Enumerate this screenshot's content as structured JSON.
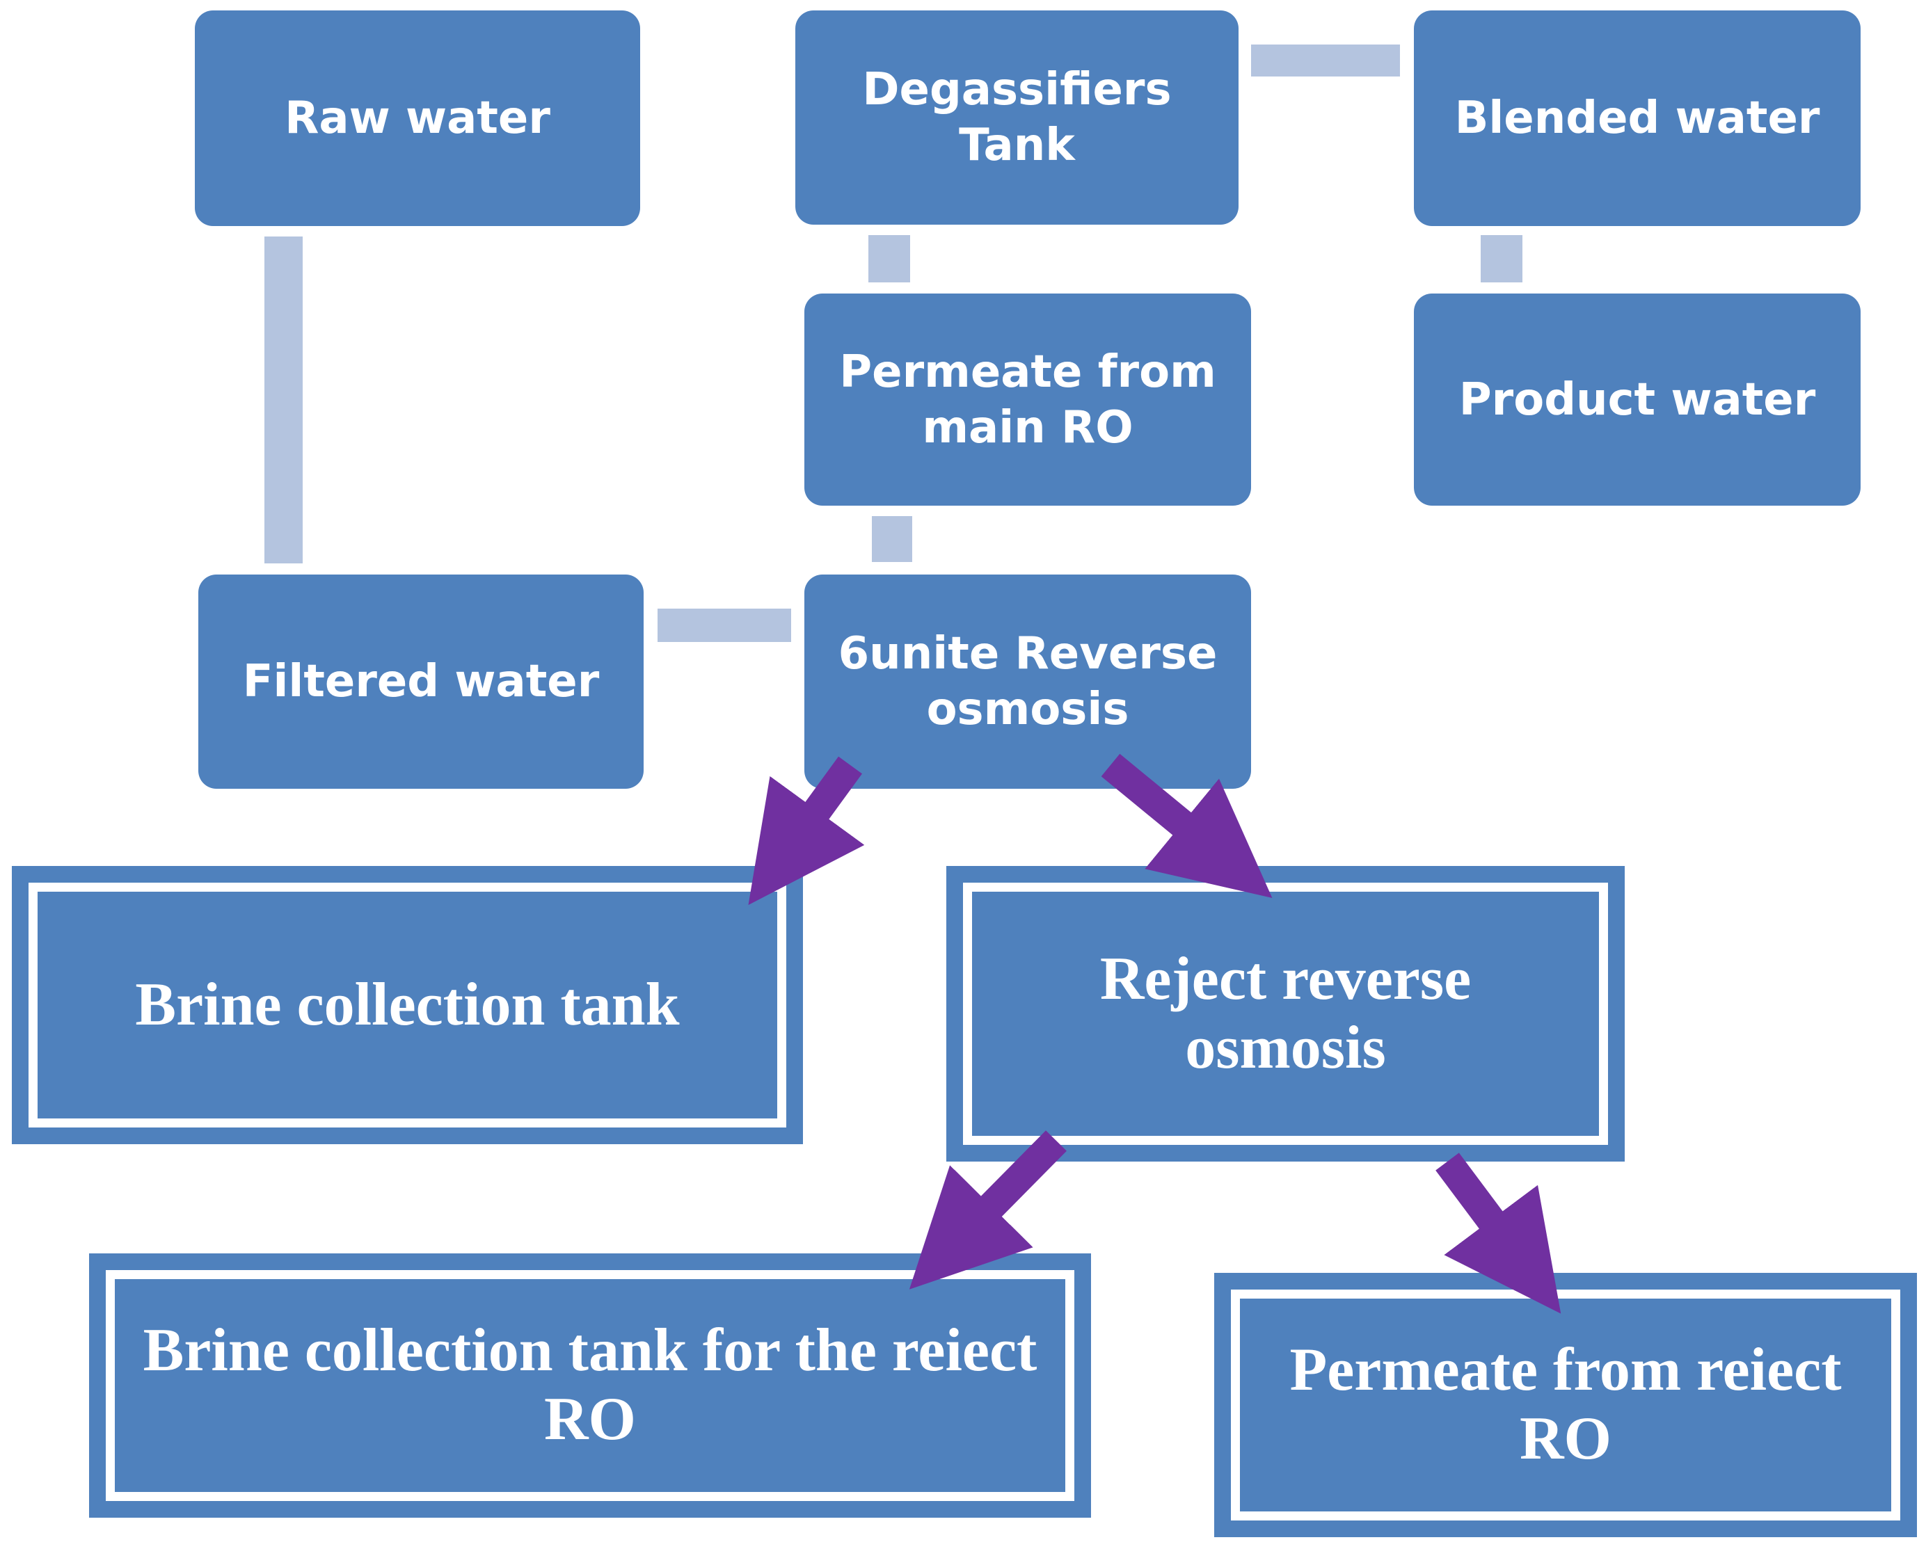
{
  "nodes": {
    "raw_water": "Raw water",
    "degassifiers_tank": "Degassifiers Tank",
    "blended_water": "Blended water",
    "permeate_main_ro": "Permeate from main RO",
    "product_water": "Product water",
    "filtered_water": "Filtered water",
    "reverse_osmosis_6unite": "6unite Reverse osmosis",
    "brine_collection_tank": "Brine collection tank",
    "reject_reverse_osmosis": "Reject reverse osmosis",
    "brine_collection_tank_reject": "Brine collection tank for the reiect RO",
    "permeate_reject_ro": "Permeate from reiect RO"
  },
  "colors": {
    "box_fill": "#4f81bd",
    "connector": "#b4c4df",
    "arrow": "#7030a0",
    "text": "#ffffff"
  }
}
